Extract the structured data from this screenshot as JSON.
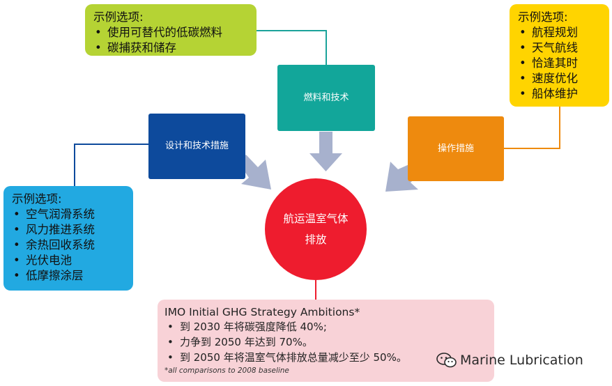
{
  "center": {
    "label": "航运温室气体排放",
    "color": "#ee1c2e"
  },
  "categories": {
    "fuel_tech": {
      "label": "燃料和技术",
      "color": "#12a69a"
    },
    "design_tech": {
      "label": "设计和技术措施",
      "color": "#0d4a9c"
    },
    "operational": {
      "label": "操作措施",
      "color": "#ee8a0e"
    }
  },
  "examples": {
    "fuel_tech": {
      "title": "示例选项:",
      "items": [
        "使用可替代的低碳燃料",
        "碳捕获和储存"
      ],
      "color": "#b5d334"
    },
    "design_tech": {
      "title": "示例选项:",
      "items": [
        "空气润滑系统",
        "风力推进系统",
        "余热回收系统",
        "光伏电池",
        "低摩擦涂层"
      ],
      "color": "#22a9e1"
    },
    "operational": {
      "title": "示例选项:",
      "items": [
        "航程规划",
        "天气航线",
        "恰逢其时",
        "速度优化",
        "船体维护"
      ],
      "color": "#ffd400"
    }
  },
  "imo": {
    "title": "IMO Initial GHG Strategy Ambitions*",
    "items": [
      "到 2030 年将碳强度降低 40%;",
      "力争到 2050 年达到 70%。",
      "到 2050 年将温室气体排放总量减少至少 50%。"
    ],
    "note": "*all comparisons to 2008 baseline",
    "color": "#f8d2d7"
  },
  "watermark": {
    "text": "Marine Lubrication",
    "icon": "wechat-icon"
  },
  "arrow_color": "#a7b1cd"
}
